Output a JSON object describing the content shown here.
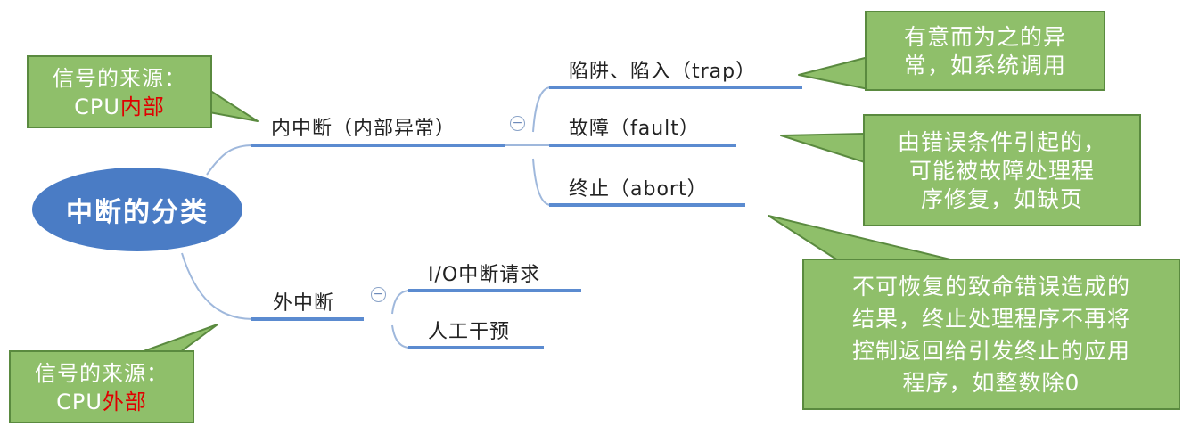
{
  "root": {
    "label": "中断的分类"
  },
  "branches": {
    "internal": {
      "label": "内中断（内部异常）",
      "toggle": "−",
      "children": [
        "陷阱、陷入（trap）",
        "故障（fault）",
        "终止（abort）"
      ]
    },
    "external": {
      "label": "外中断",
      "toggle": "−",
      "children": [
        "I/O中断请求",
        "人工干预"
      ]
    }
  },
  "callouts": {
    "internal_source": {
      "line1": "信号的来源：",
      "prefix": "CPU",
      "emphasis": "内部"
    },
    "external_source": {
      "line1": "信号的来源：",
      "prefix": "CPU",
      "emphasis": "外部"
    },
    "trap_note": [
      "有意而为之的异",
      "常，如系统调用"
    ],
    "fault_note": [
      "由错误条件引起的，",
      "可能被故障处理程",
      "序修复，如缺页"
    ],
    "abort_note": [
      "不可恢复的致命错误造成的",
      "结果，终止处理程序不再将",
      "控制返回给引发终止的应用",
      "程序，如整数除0"
    ]
  },
  "colors": {
    "root_fill": "#4a7cc5",
    "branch_line": "#5b8bd0",
    "callout_fill": "#8fbf6a",
    "callout_border": "#5a8a3f",
    "emphasis": "#e00000"
  }
}
